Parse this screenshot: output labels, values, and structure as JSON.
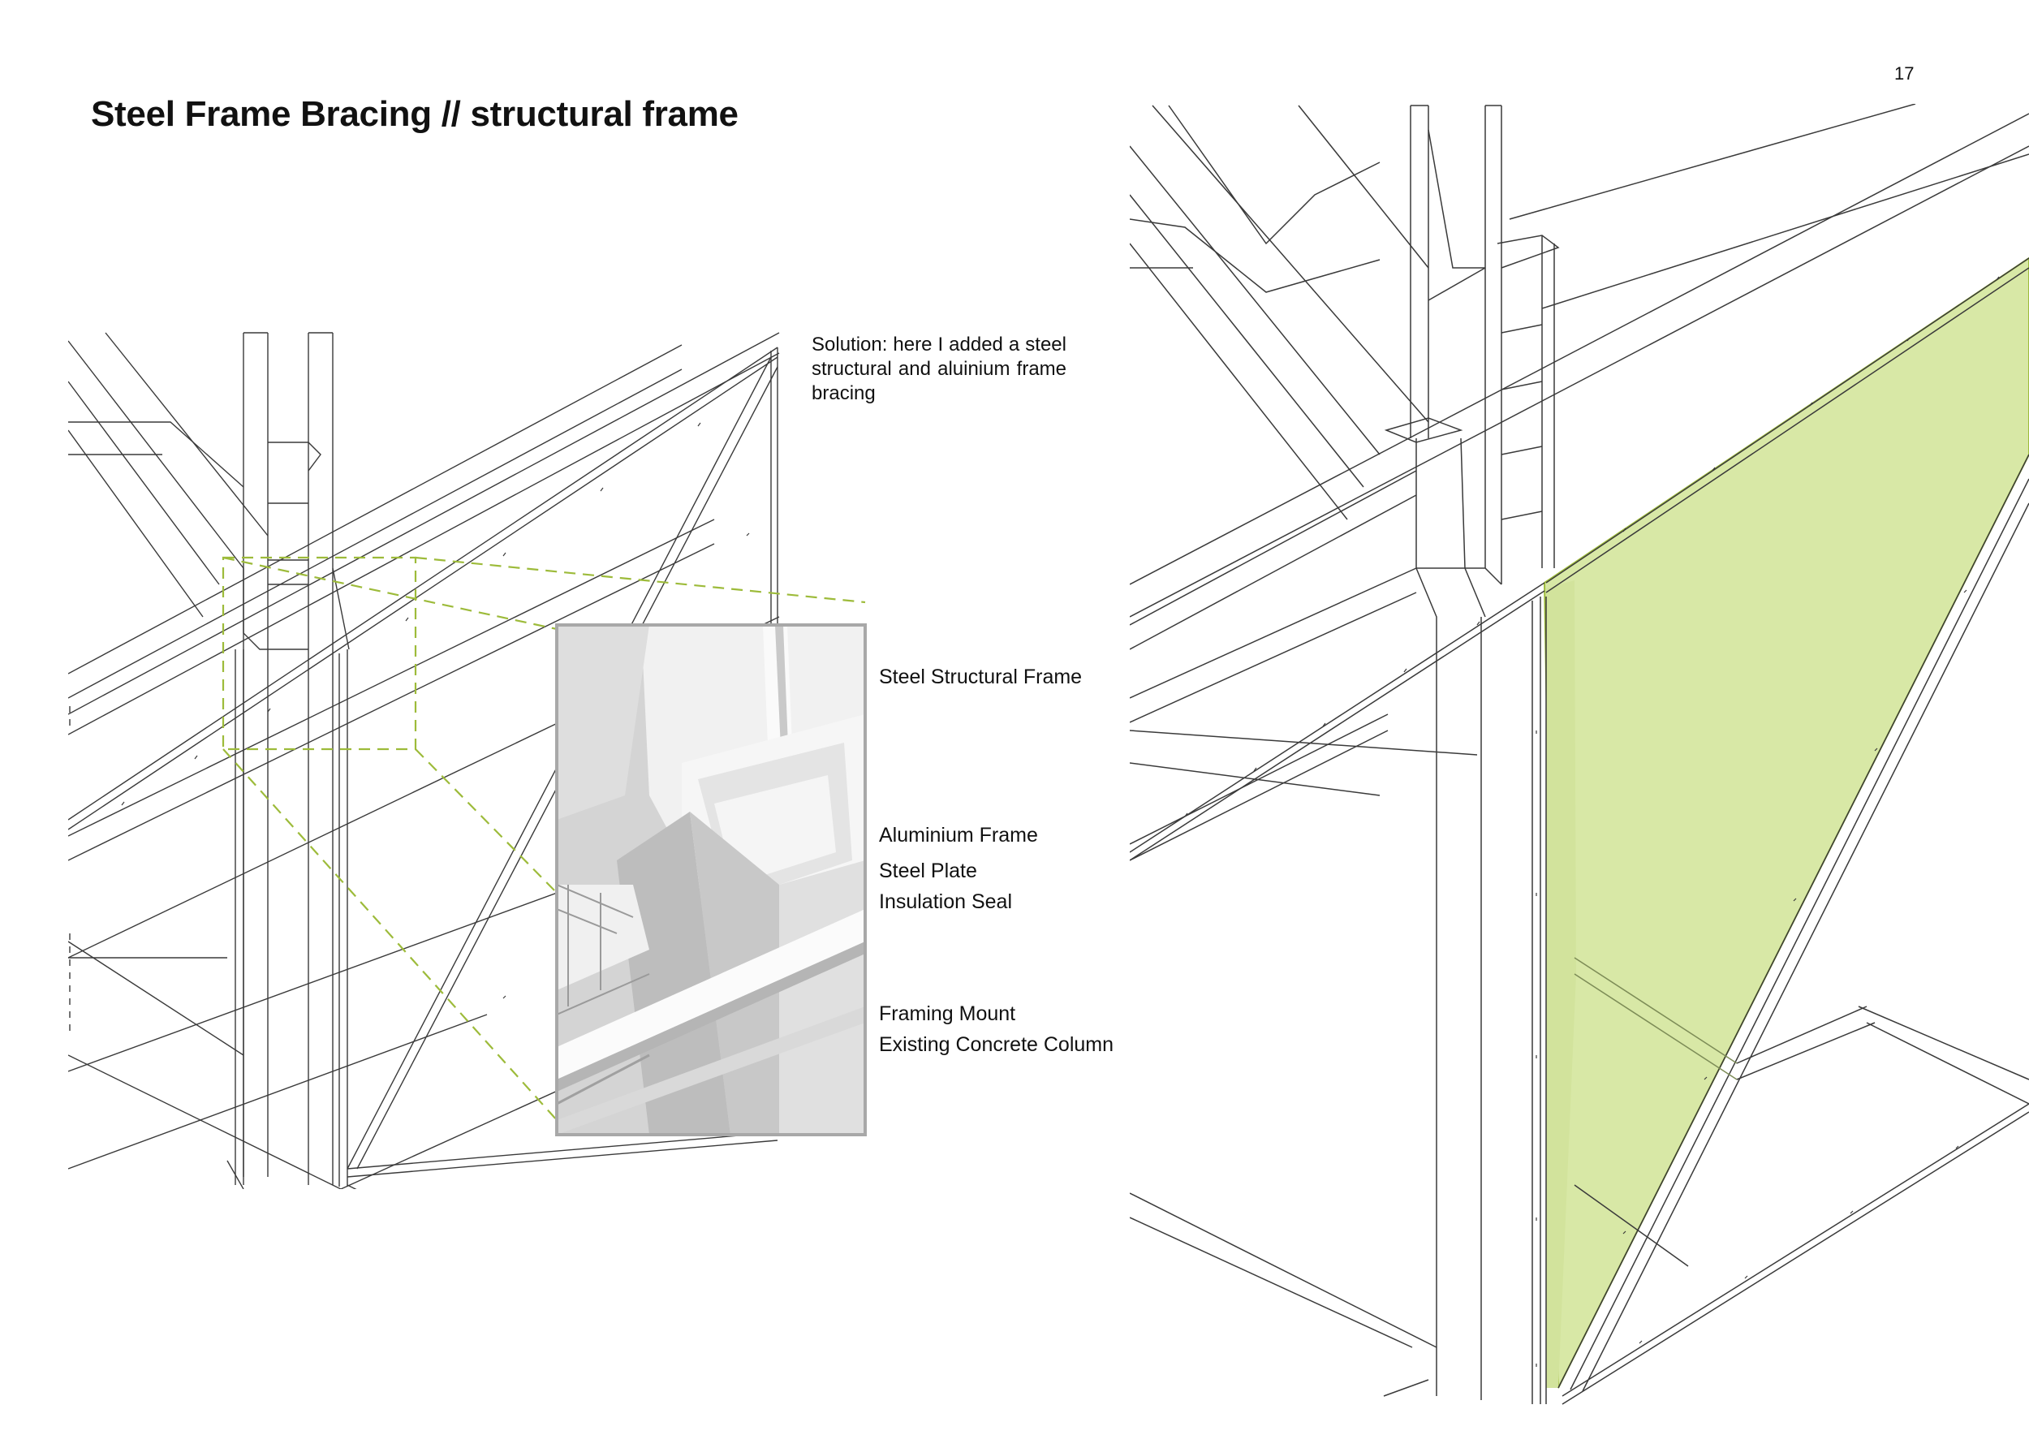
{
  "page": {
    "title": "Steel Frame Bracing // structural frame",
    "number": "17"
  },
  "note": {
    "text": "Solution: here I added a steel structural and aluinium frame bracing"
  },
  "callouts": {
    "steel_structural_frame": "Steel Structural Frame",
    "aluminium_frame": "Aluminium Frame",
    "steel_plate": "Steel Plate",
    "insulation_seal": "Insulation Seal",
    "framing_mount": "Framing Mount",
    "existing_concrete_column": "Existing Concrete Column"
  },
  "colors": {
    "line": "#3a3a3a",
    "highlight_dash": "#9dbb3a",
    "panel_fill": "#d8e8a6",
    "panel_edge": "#9dbb3a",
    "detail_frame": "#a8a8a8",
    "render_shades": [
      "#f3f3f3",
      "#e2e2e2",
      "#cfcfcf",
      "#b8b8b8"
    ]
  }
}
